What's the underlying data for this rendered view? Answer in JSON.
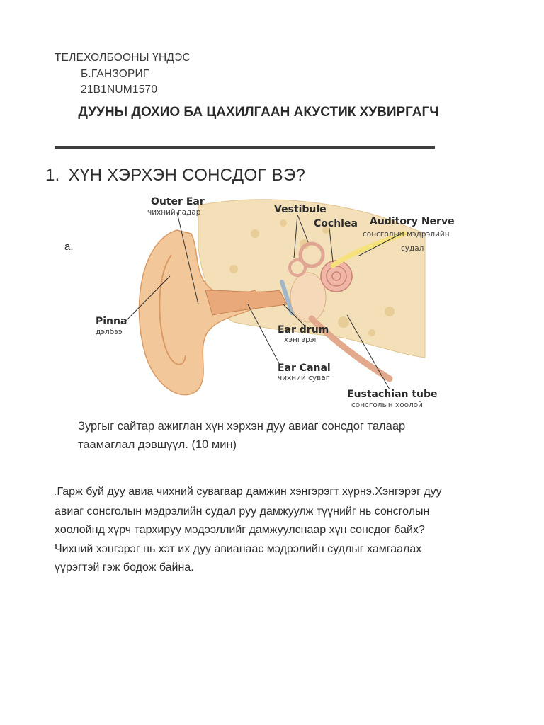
{
  "header": {
    "subject": "ТЕЛЕХОЛБООНЫ ҮНДЭС",
    "author": "Б.ГАНЗОРИГ",
    "code": "21B1NUM1570"
  },
  "title": "ДУУНЫ ДОХИО БА ЦАХИЛГААН АКУСТИК ХУВИРГАГЧ",
  "section": {
    "number": "1.",
    "heading": "ХҮН ХЭРХЭН СОНСДОГ ВЭ?",
    "item_marker": "a."
  },
  "diagram": {
    "labels": [
      {
        "en": "Outer Ear",
        "mn": "чихний гадар"
      },
      {
        "en": "Vestibule",
        "mn": ""
      },
      {
        "en": "Cochlea",
        "mn": ""
      },
      {
        "en": "Auditory Nerve",
        "mn": "сонсголын мэдрэлийн судал"
      },
      {
        "en": "Pinna",
        "mn": "дэлбээ"
      },
      {
        "en": "Ear drum",
        "mn": "хэнгэрэг"
      },
      {
        "en": "Ear Canal",
        "mn": "чихний суваг"
      },
      {
        "en": "Eustachian tube",
        "mn": "сонсголын хоолой"
      }
    ],
    "colors": {
      "skin": "#f2c79a",
      "bone": "#f3dfb8",
      "nerve": "#f6e27a",
      "cochlea": "#f0b7a8"
    }
  },
  "task": "Зургыг сайтар ажиглан хүн хэрхэн дуу авиаг сонсдог талаар таамаглал дэвшүүл. (10 мин)",
  "answer": {
    "bullet": ".",
    "text": "Гарж буй дуу авиа чихний сувагаар дамжин хэнгэрэгт хүрнэ.Хэнгэрэг дуу авиаг сонсголын мэдрэлийн судал руу дамжуулж түүнийг нь сонсголын хоолойнд хүрч тархируу мэдээллийг дамжуулснаар хүн сонсдог байх? Чихний хэнгэрэг нь хэт их дуу авианаас мэдрэлийн судлыг хамгаалах үүрэгтэй гэж бодож байна."
  }
}
